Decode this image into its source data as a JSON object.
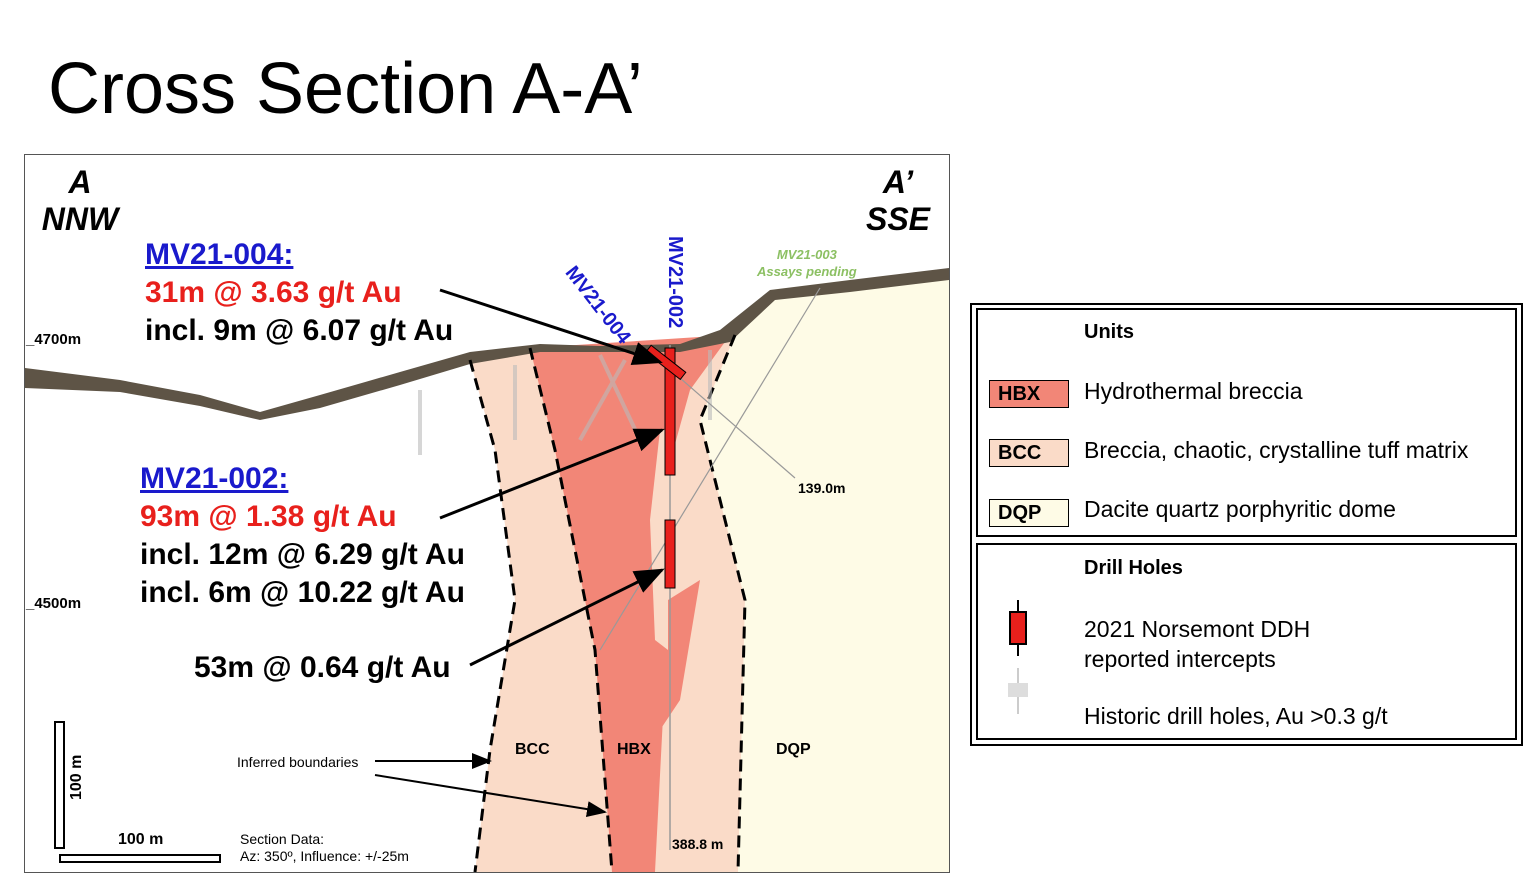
{
  "title": "Cross Section A-A’",
  "section": {
    "left_end": {
      "letter": "A",
      "direction": "NNW"
    },
    "right_end": {
      "letter": "A’",
      "direction": "SSE"
    },
    "elevations": [
      "_4700m",
      "_4500m"
    ],
    "drill_hole_labels": [
      "MV21-004",
      "MV21-002"
    ],
    "pending_hole": {
      "name": "MV21-003",
      "note": "Assays pending"
    },
    "depth_labels": [
      "139.0m",
      "388.8 m"
    ],
    "unit_labels": [
      "BCC",
      "HBX",
      "DQP"
    ],
    "inferred_label": "Inferred boundaries",
    "scale": {
      "vertical": "100 m",
      "horizontal": "100 m"
    },
    "section_data": [
      "Section Data:",
      "Az: 350º, Influence: +/-25m"
    ]
  },
  "intercepts": {
    "mv21_004": {
      "name": "MV21-004:",
      "main": "31m @ 3.63 g/t Au",
      "incl": [
        "incl. 9m @ 6.07 g/t Au"
      ]
    },
    "mv21_002": {
      "name": "MV21-002:",
      "main": "93m @ 1.38 g/t Au",
      "incl": [
        "incl. 12m @ 6.29 g/t Au",
        "incl. 6m @ 10.22 g/t Au"
      ]
    },
    "lower": "53m @ 0.64 g/t Au"
  },
  "legend": {
    "units_title": "Units",
    "units": [
      {
        "code": "HBX",
        "label": "Hydrothermal breccia",
        "color": "#f28677"
      },
      {
        "code": "BCC",
        "label": "Breccia, chaotic, crystalline tuff matrix",
        "color": "#fadbc8"
      },
      {
        "code": "DQP",
        "label": "Dacite quartz porphyritic dome",
        "color": "#fefbe6"
      }
    ],
    "drill_title": "Drill Holes",
    "drill": [
      "2021 Norsemont DDH",
      "reported intercepts",
      "Historic drill holes, Au >0.3 g/t"
    ]
  }
}
